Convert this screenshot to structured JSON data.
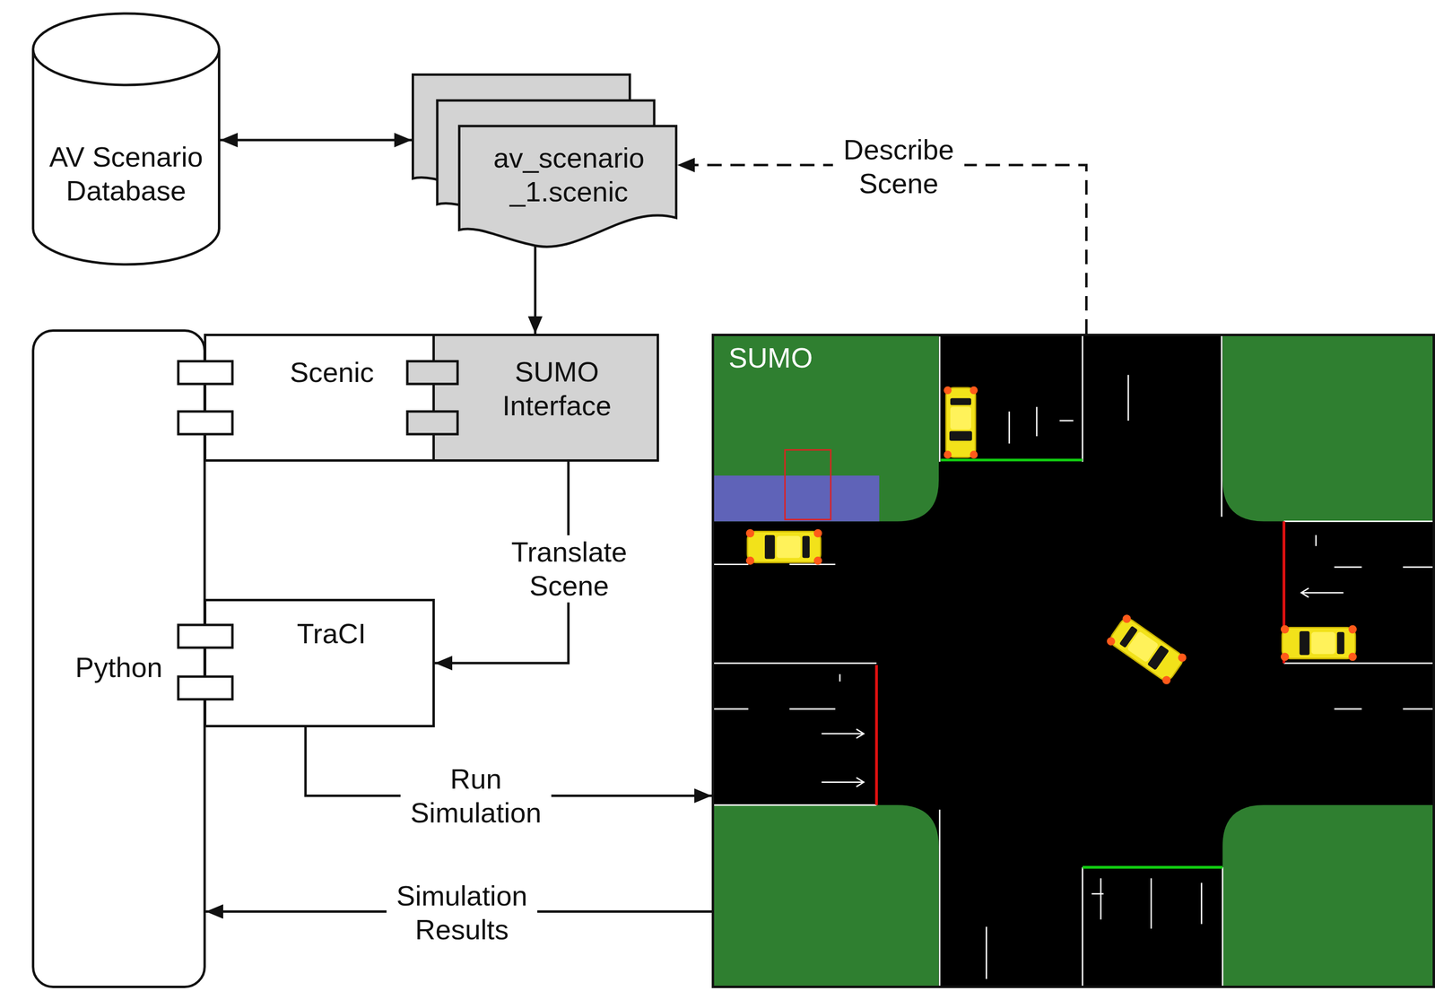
{
  "diagram": {
    "nodes": [
      {
        "text": [
          "AV Scenario Database"
        ]
      },
      {
        "text": [
          "av_scenario _1.scenic"
        ]
      },
      {
        "text": [
          "Python"
        ]
      },
      {
        "text": [
          "Scenic"
        ]
      },
      {
        "text": [
          "SUMO Interface"
        ]
      },
      {
        "text": [
          "TraCI"
        ]
      },
      {
        "text": [
          "SUMO"
        ]
      }
    ],
    "edges": [
      {
        "from": 0,
        "to": 1,
        "arrow": "both"
      },
      {
        "from": 1,
        "to": 4,
        "arrow": "to"
      },
      {
        "from": 4,
        "to": 5,
        "label": "Translate Scene",
        "arrow": "to"
      },
      {
        "from": 5,
        "to": 6,
        "label": "Run Simulation",
        "arrow": "to"
      },
      {
        "from": 6,
        "to": 2,
        "label": "Simulation Results",
        "arrow": "to"
      },
      {
        "from": 6,
        "to": 1,
        "label": "Describe Scene",
        "arrow": "to"
      }
    ]
  }
}
